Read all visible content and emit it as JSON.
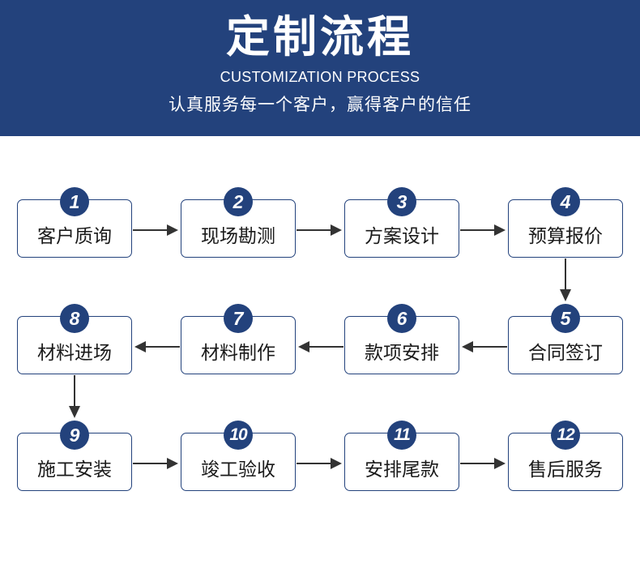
{
  "header": {
    "title": "定制流程",
    "subtitle_en": "CUSTOMIZATION PROCESS",
    "subtitle_cn": "认真服务每一个客户，赢得客户的信任"
  },
  "steps": [
    {
      "number": "1",
      "label": "客户质询"
    },
    {
      "number": "2",
      "label": "现场勘测"
    },
    {
      "number": "3",
      "label": "方案设计"
    },
    {
      "number": "4",
      "label": "预算报价"
    },
    {
      "number": "5",
      "label": "合同签订"
    },
    {
      "number": "6",
      "label": "款项安排"
    },
    {
      "number": "7",
      "label": "材料制作"
    },
    {
      "number": "8",
      "label": "材料进场"
    },
    {
      "number": "9",
      "label": "施工安装"
    },
    {
      "number": "10",
      "label": "竣工验收"
    },
    {
      "number": "11",
      "label": "安排尾款"
    },
    {
      "number": "12",
      "label": "售后服务"
    }
  ],
  "colors": {
    "primary": "#23427c",
    "arrow": "#333333",
    "text": "#1a1a1a"
  }
}
